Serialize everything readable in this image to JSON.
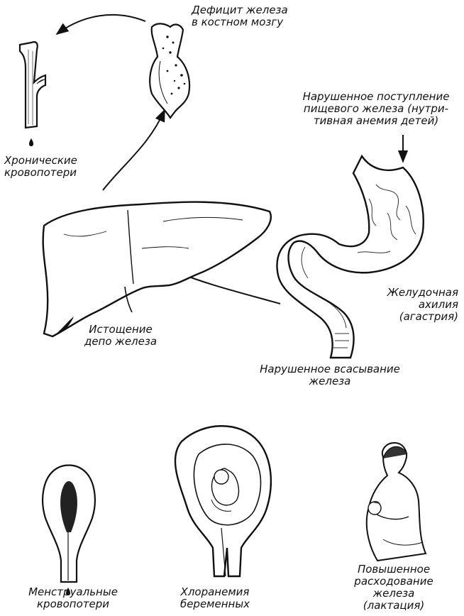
{
  "labels": {
    "bone_marrow_deficit": [
      "Дефицит железа",
      "в костном мозгу"
    ],
    "chronic_blood_loss": [
      "Хронические",
      "кровопотери"
    ],
    "impaired_intake": [
      "Нарушенное поступление",
      "пищевого железа (нутри-",
      "тивная анемия детей)"
    ],
    "depot_depletion": [
      "Истощение",
      "депо железа"
    ],
    "gastric_achylia": [
      "Желудочная",
      "ахилия",
      "(агастрия)"
    ],
    "impaired_absorption": [
      "Нарушенное всасывание",
      "железа"
    ],
    "menstrual_blood_loss": [
      "Менструальные",
      "кровопотери"
    ],
    "chlorosis_pregnancy": [
      "Хлоранемия",
      "беременных"
    ],
    "increased_consumption": [
      "Повышенное",
      "расходование",
      "железа",
      "(лактация)"
    ]
  },
  "colors": {
    "ink": "#111111",
    "paper": "#ffffff"
  }
}
